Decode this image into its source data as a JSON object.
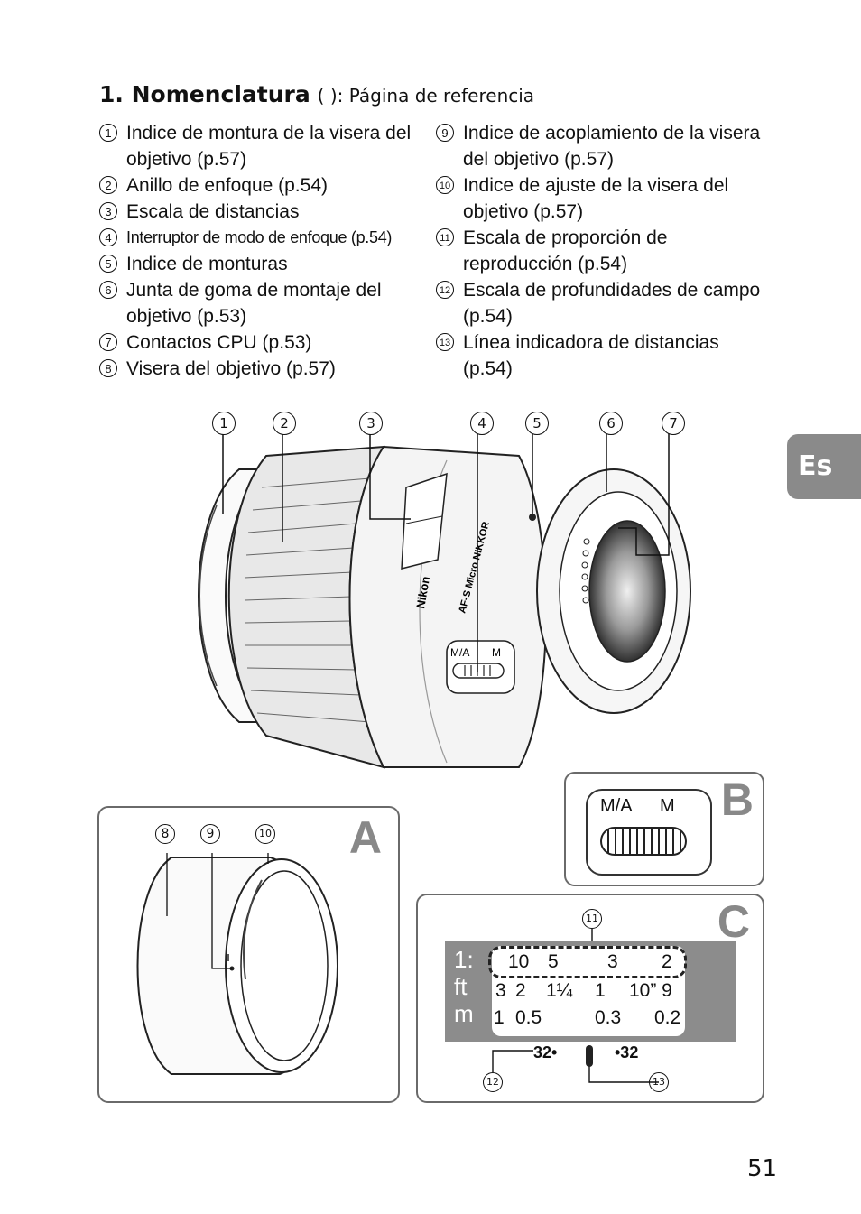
{
  "heading": {
    "title": "1. Nomenclatura",
    "ref": "(  ): Página de referencia"
  },
  "legend_left": [
    {
      "num": "1",
      "lines": [
        "Indice de montura de la visera del",
        "objetivo (p.57)"
      ]
    },
    {
      "num": "2",
      "lines": [
        "Anillo de enfoque (p.54)"
      ]
    },
    {
      "num": "3",
      "lines": [
        "Escala de distancias"
      ]
    },
    {
      "num": "4",
      "lines": [
        "Interruptor de modo de enfoque (p.54)"
      ]
    },
    {
      "num": "5",
      "lines": [
        "Indice de monturas"
      ]
    },
    {
      "num": "6",
      "lines": [
        "Junta de goma de montaje del",
        "objetivo (p.53)"
      ]
    },
    {
      "num": "7",
      "lines": [
        "Contactos CPU (p.53)"
      ]
    },
    {
      "num": "8",
      "lines": [
        "Visera del objetivo (p.57)"
      ]
    }
  ],
  "legend_right": [
    {
      "num": "9",
      "lines": [
        "Indice de acoplamiento de la visera",
        "del objetivo (p.57)"
      ]
    },
    {
      "num": "10",
      "lines": [
        "Indice de ajuste de la visera del",
        "objetivo (p.57)"
      ]
    },
    {
      "num": "11",
      "lines": [
        "Escala de proporción de",
        "reproducción (p.54)"
      ]
    },
    {
      "num": "12",
      "lines": [
        "Escala de profundidades de campo",
        "(p.54)"
      ]
    },
    {
      "num": "13",
      "lines": [
        "Línea indicadora de distancias",
        "(p.54)"
      ]
    }
  ],
  "side_tab": "Es",
  "page_number": "51",
  "diagram": {
    "callouts_top": [
      "1",
      "2",
      "3",
      "4",
      "5",
      "6",
      "7"
    ],
    "lens_brand": "Nikon",
    "lens_model": "AF-S Micro NIKKOR",
    "switch_ma": "M/A",
    "switch_m": "M",
    "panel_a": {
      "letter": "A",
      "callouts": [
        "8",
        "9",
        "10"
      ]
    },
    "panel_b": {
      "letter": "B",
      "ma": "M/A",
      "m": "M"
    },
    "panel_c": {
      "letter": "C",
      "callouts": [
        "11",
        "12",
        "13"
      ],
      "row_ratio": {
        "label": "1:",
        "values": [
          "10",
          "5",
          "3",
          "2"
        ]
      },
      "row_ft": {
        "label": "ft",
        "values": [
          "3",
          "2",
          "1¼",
          "1",
          "10” 9"
        ]
      },
      "row_m": {
        "label": "m",
        "values": [
          "1",
          "0.5",
          "0.3",
          "0.2"
        ]
      },
      "dof_left": "32•",
      "dof_right": "•32"
    }
  }
}
